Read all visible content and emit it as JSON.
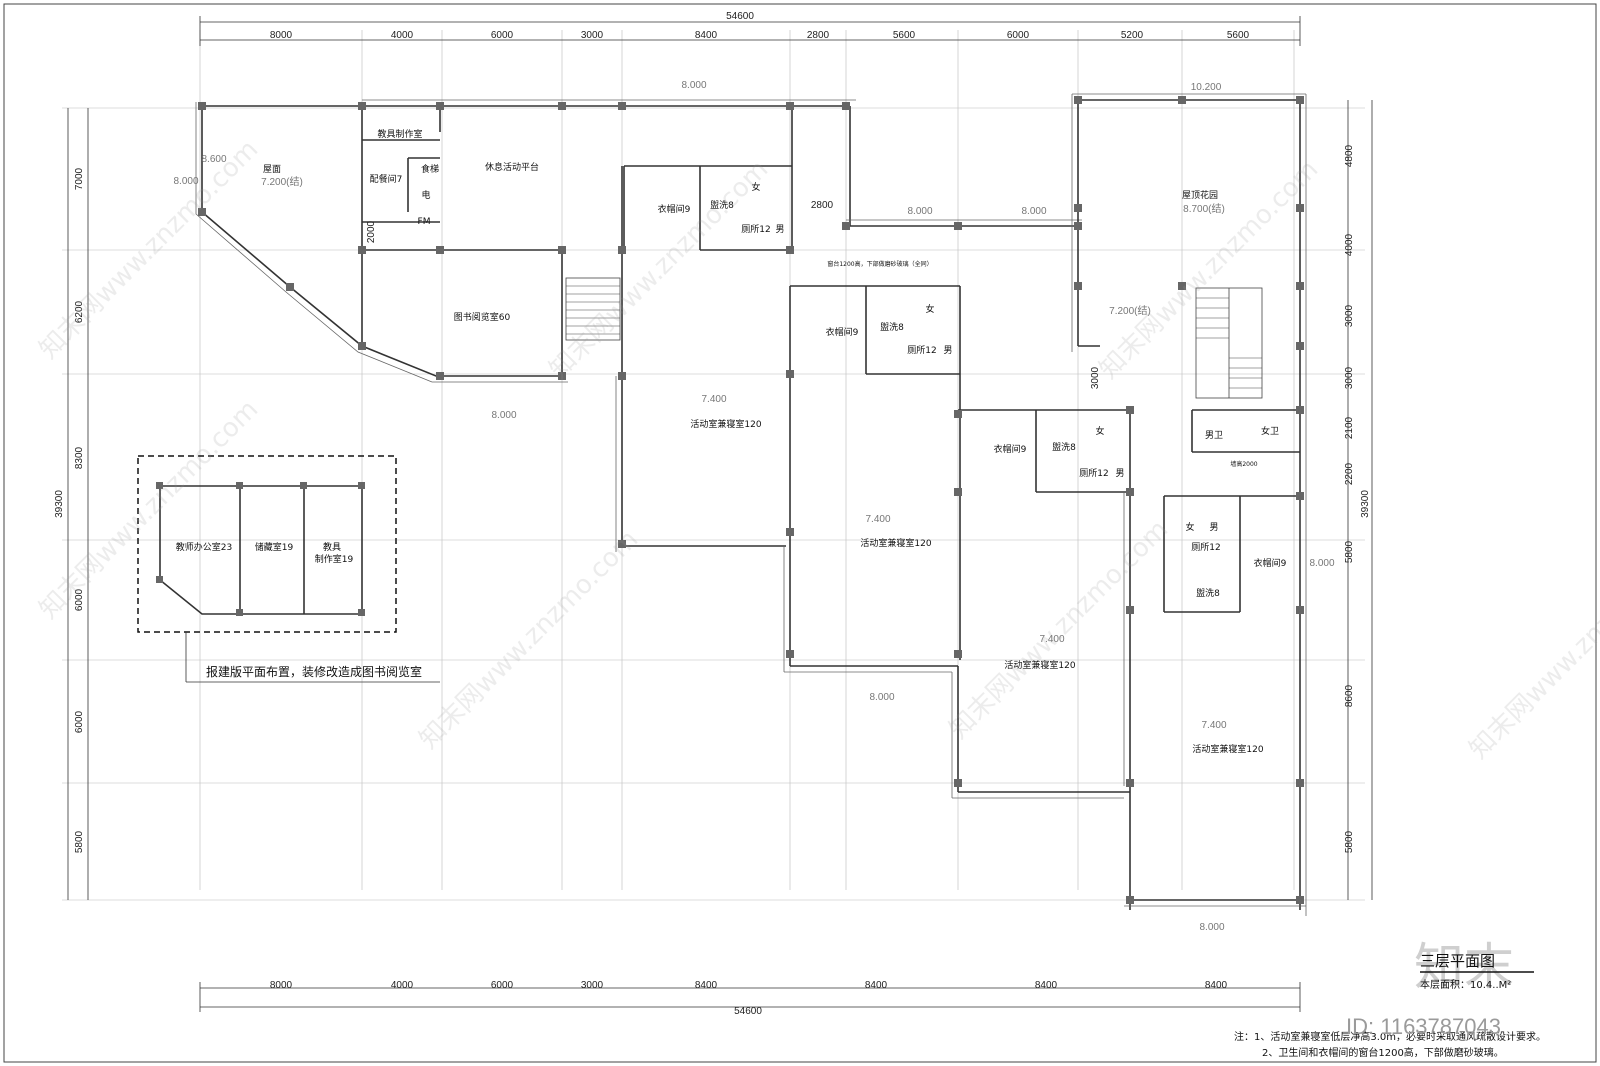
{
  "dims": {
    "total_top": "54600",
    "total_bottom": "54600",
    "top_segments": [
      "8000",
      "4000",
      "6000",
      "3000",
      "8400",
      "2800",
      "5600",
      "6000",
      "5200",
      "5600"
    ],
    "bottom_segments": [
      "8000",
      "4000",
      "6000",
      "3000",
      "8400",
      "8400",
      "8400",
      "8400"
    ],
    "left_total": "39300",
    "right_total": "39300",
    "left_segments": [
      "7000",
      "6200",
      "8300",
      "6000",
      "6000",
      "5800"
    ],
    "right_segments": [
      "4800",
      "4000",
      "3000",
      "3000",
      "2100",
      "2200",
      "5800",
      "8600",
      "5800"
    ],
    "misc": {
      "d2800": "2800",
      "d2000": "2000",
      "d3000": "3000"
    }
  },
  "rooms": {
    "roof": "屋面",
    "roof_elev": "7.200(结)",
    "tool_room_top": "教具制作室",
    "pantry": "配餐间7",
    "food_lift": "食梯",
    "elec": "电",
    "fm": "FM",
    "lounge": "休息活动平台",
    "cloak1": "衣帽间9",
    "wash1": "盥洗8",
    "toilet1": "厕所12",
    "female": "女",
    "male": "男",
    "reading": "图书阅览室60",
    "cloak2": "衣帽间9",
    "wash2": "盥洗8",
    "toilet2": "厕所12",
    "activity1": "活动室兼寝室120",
    "activity2": "活动室兼寝室120",
    "activity3": "活动室兼寝室120",
    "activity4": "活动室兼寝室120",
    "cloak3": "衣帽间9",
    "wash3": "盥洗8",
    "toilet3": "厕所12",
    "garden": "屋顶花园",
    "garden_elev": "8.700(结)",
    "elev_7200": "7.200(结)",
    "men_wc": "男卫",
    "women_wc": "女卫",
    "toilet4": "厕所12",
    "cloak4": "衣帽间9",
    "wash4": "盥洗8",
    "teacher_office": "教师办公室23",
    "storage": "储藏室19",
    "tool_room_a": "教具",
    "tool_room_b": "制作室19",
    "window_note": "窗台1200高，下部做磨砂玻璃（全同）",
    "wall_note": "墙高2000"
  },
  "elevations": {
    "e8000": "8.000",
    "e10200": "10.200",
    "e8600": "8.600",
    "e7400": "7.400"
  },
  "texts": {
    "dashed_note": "报建版平面布置，装修改造成图书阅览室",
    "title": "三层平面图",
    "area": "本层面积：10.4..M²",
    "note1": "注：1、活动室兼寝室低层净高3.0m，必要时采取通风疏散设计要求。",
    "note2": "2、卫生间和衣帽间的窗台1200高，下部做磨砂玻璃。",
    "watermark": "知末网www.znzmo.com",
    "logo": "知末",
    "id": "ID: 1163787043"
  }
}
